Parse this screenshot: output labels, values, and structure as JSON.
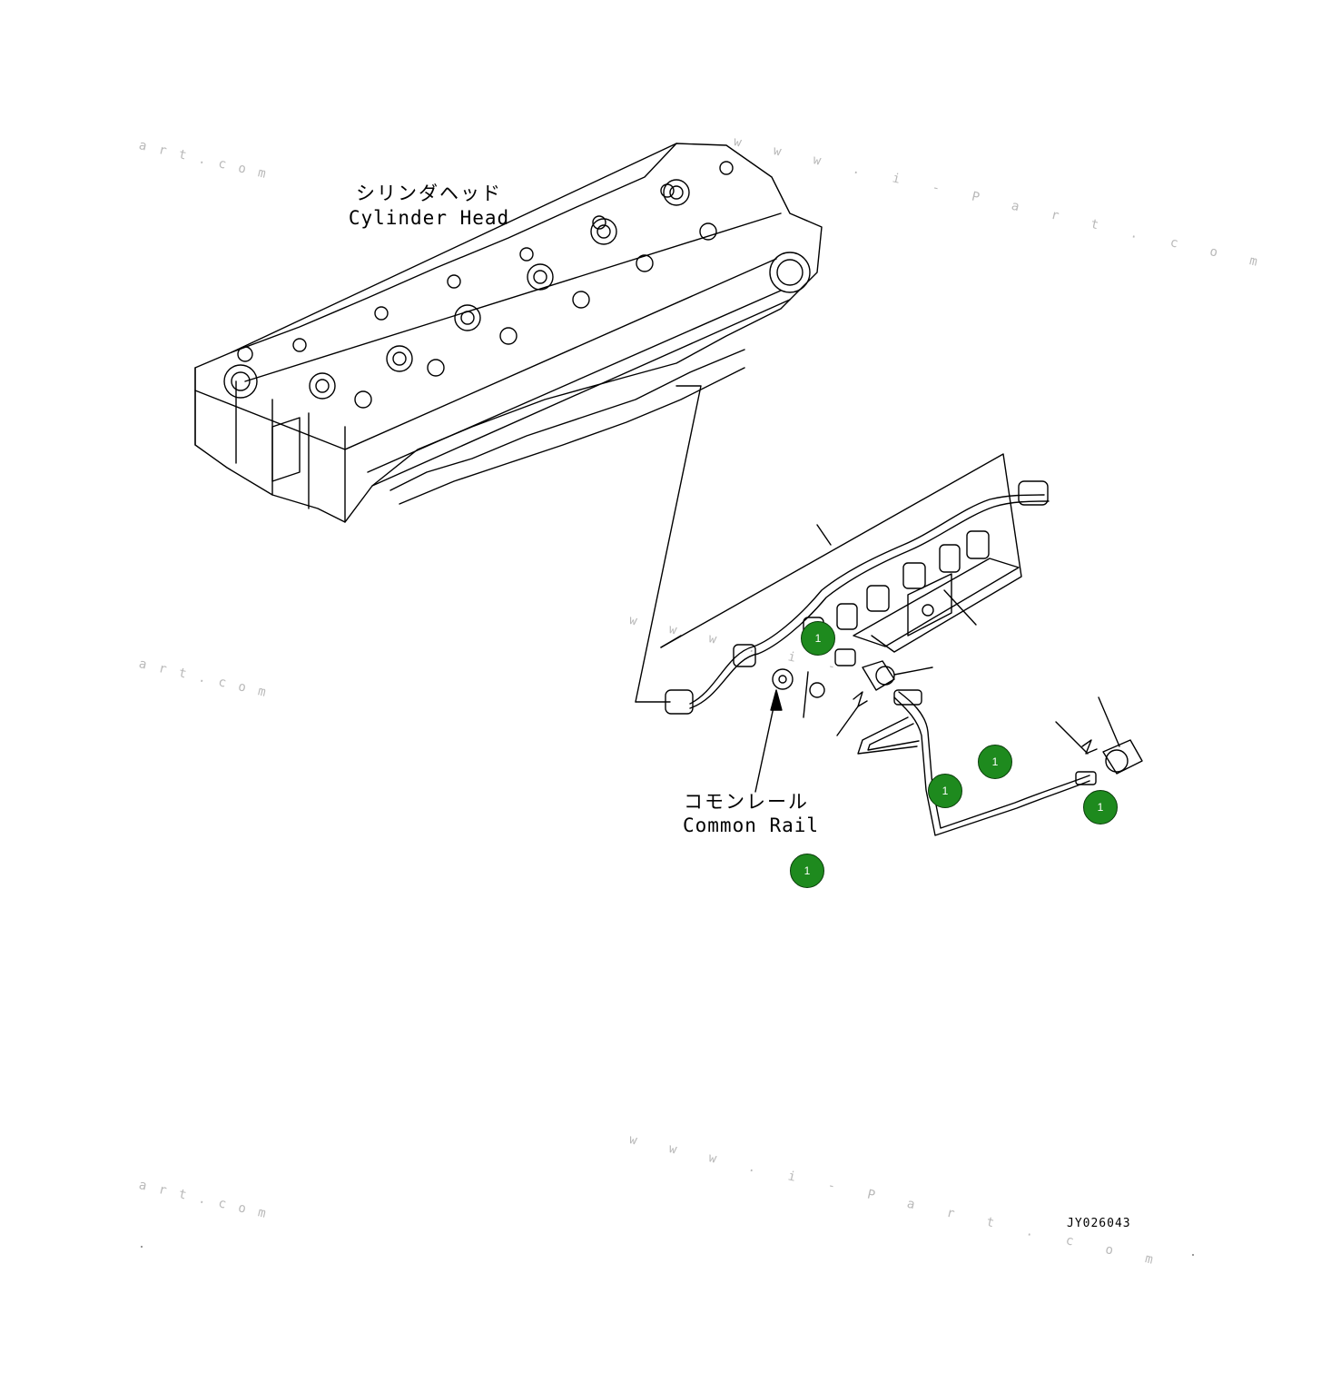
{
  "labels": {
    "cylinder_head_jp": "シリンダヘッド",
    "cylinder_head_en": "Cylinder Head",
    "common_rail_jp": "コモンレール",
    "common_rail_en": "Common Rail"
  },
  "drawing_id": "JY026043",
  "callouts": [
    "1",
    "1",
    "1",
    "1",
    "1"
  ],
  "watermarks": [
    "art.com",
    "w w w . i - P a r t . c o m",
    "w w w . i -",
    "art.com",
    "w w w . i - P a r t . c o m",
    "art.com"
  ],
  "colors": {
    "callout_fill": "#1e8a1e",
    "line": "#000000",
    "watermark": "#b9b9b9"
  }
}
